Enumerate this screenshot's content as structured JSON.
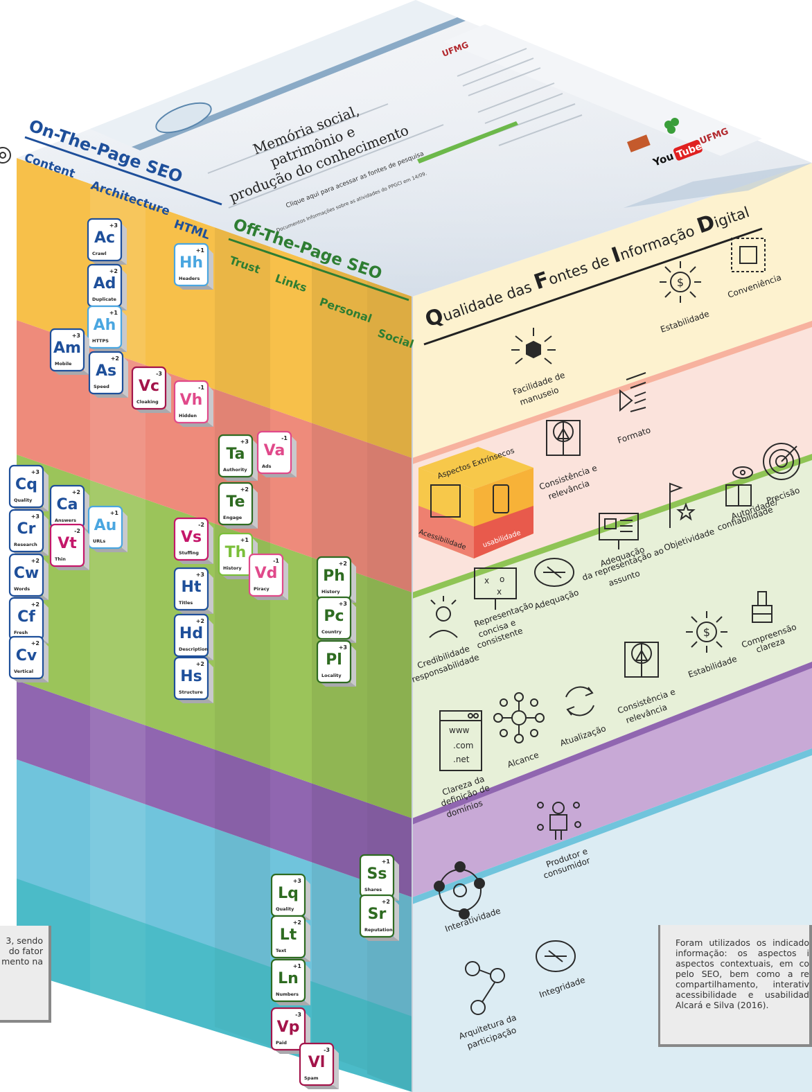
{
  "front_headers": {
    "on_page": "On-The-Page SEO",
    "content": "Content",
    "architecture": "Architecture",
    "html": "HTML",
    "off_page": "Off-The-Page SEO",
    "trust": "Trust",
    "links": "Links",
    "personal": "Personal",
    "social": "Social"
  },
  "right_title": {
    "q": "Q",
    "ualidade": "ualidade das ",
    "f": "F",
    "ontes": "ontes de ",
    "i": "I",
    "nformacao": "nformação ",
    "d": "D",
    "igital": "igital"
  },
  "website": {
    "heading_line1": "Memória social,",
    "heading_line2": "patrimônio e",
    "heading_line3": "produção do conhecimento",
    "link": "Clique aqui para acessar as fontes de pesquisa",
    "footer": "Documentos Informações sobre as atividades do PPGCI em 14/09.",
    "logo_ufmg": "UFMG",
    "youtube_you": "You",
    "youtube_tube": "Tube"
  },
  "cube_labels": {
    "aspectos": "Aspectos Extrínsecos",
    "acessibilidade": "Acessibilidade",
    "usabilidade": "usabilidade"
  },
  "tiles": [
    {
      "sym": "Ac",
      "word": "Crawl",
      "w": "+3",
      "color": "#1e4f9a",
      "light": false
    },
    {
      "sym": "Ad",
      "word": "Duplicate",
      "w": "+2",
      "color": "#1e4f9a",
      "light": false
    },
    {
      "sym": "Ah",
      "word": "HTTPS",
      "w": "+1",
      "color": "#4aa6e0",
      "light": true
    },
    {
      "sym": "Am",
      "word": "Mobile",
      "w": "+3",
      "color": "#1e4f9a",
      "light": false
    },
    {
      "sym": "As",
      "word": "Speed",
      "w": "+2",
      "color": "#1e4f9a",
      "light": false
    },
    {
      "sym": "Hh",
      "word": "Headers",
      "w": "+1",
      "color": "#4aa6e0",
      "light": true
    },
    {
      "sym": "Vc",
      "word": "Cloaking",
      "w": "-3",
      "color": "#a3144a",
      "light": false
    },
    {
      "sym": "Vh",
      "word": "Hidden",
      "w": "-1",
      "color": "#e0498a",
      "light": true
    },
    {
      "sym": "Ta",
      "word": "Authority",
      "w": "+3",
      "color": "#2e6b21",
      "light": false
    },
    {
      "sym": "Va",
      "word": "Ads",
      "w": "-1",
      "color": "#e0498a",
      "light": true
    },
    {
      "sym": "Te",
      "word": "Engage",
      "w": "+2",
      "color": "#2e6b21",
      "light": false
    },
    {
      "sym": "Th",
      "word": "History",
      "w": "+1",
      "color": "#7bbf3a",
      "light": true
    },
    {
      "sym": "Vd",
      "word": "Piracy",
      "w": "-1",
      "color": "#e0498a",
      "light": true
    },
    {
      "sym": "Cq",
      "word": "Quality",
      "w": "+3",
      "color": "#1e4f9a",
      "light": false
    },
    {
      "sym": "Ca",
      "word": "Answers",
      "w": "+2",
      "color": "#1e4f9a",
      "light": false
    },
    {
      "sym": "Au",
      "word": "URLs",
      "w": "+1",
      "color": "#4aa6e0",
      "light": true
    },
    {
      "sym": "Cr",
      "word": "Research",
      "w": "+3",
      "color": "#1e4f9a",
      "light": false
    },
    {
      "sym": "Vt",
      "word": "Thin",
      "w": "-2",
      "color": "#c4176a",
      "light": false
    },
    {
      "sym": "Cw",
      "word": "Words",
      "w": "+2",
      "color": "#1e4f9a",
      "light": false
    },
    {
      "sym": "Cf",
      "word": "Fresh",
      "w": "+2",
      "color": "#1e4f9a",
      "light": false
    },
    {
      "sym": "Cv",
      "word": "Vertical",
      "w": "+2",
      "color": "#1e4f9a",
      "light": false
    },
    {
      "sym": "Vs",
      "word": "Stuffing",
      "w": "-2",
      "color": "#c4176a",
      "light": false
    },
    {
      "sym": "Ht",
      "word": "Titles",
      "w": "+3",
      "color": "#1e4f9a",
      "light": false
    },
    {
      "sym": "Hd",
      "word": "Description",
      "w": "+2",
      "color": "#1e4f9a",
      "light": false
    },
    {
      "sym": "Hs",
      "word": "Structure",
      "w": "+2",
      "color": "#1e4f9a",
      "light": false
    },
    {
      "sym": "Ph",
      "word": "History",
      "w": "+2",
      "color": "#2e6b21",
      "light": false
    },
    {
      "sym": "Pc",
      "word": "Country",
      "w": "+3",
      "color": "#2e6b21",
      "light": false
    },
    {
      "sym": "Pl",
      "word": "Locality",
      "w": "+3",
      "color": "#2e6b21",
      "light": false
    },
    {
      "sym": "Ss",
      "word": "Shares",
      "w": "+1",
      "color": "#2e6b21",
      "light": false
    },
    {
      "sym": "Sr",
      "word": "Reputation",
      "w": "+2",
      "color": "#2e6b21",
      "light": false
    },
    {
      "sym": "Lq",
      "word": "Quality",
      "w": "+3",
      "color": "#2e6b21",
      "light": false
    },
    {
      "sym": "Lt",
      "word": "Text",
      "w": "+2",
      "color": "#2e6b21",
      "light": false
    },
    {
      "sym": "Ln",
      "word": "Numbers",
      "w": "+1",
      "color": "#2e6b21",
      "light": false
    },
    {
      "sym": "Vp",
      "word": "Paid",
      "w": "-3",
      "color": "#a3144a",
      "light": false
    },
    {
      "sym": "Vl",
      "word": "Spam",
      "w": "-3",
      "color": "#a3144a",
      "light": false
    }
  ],
  "right_labels": {
    "estabilidade_top": "Estabilidade",
    "conveniencia": "Conveniência",
    "facilidade_1": "Facilidade de",
    "facilidade_2": "manuseio",
    "formato": "Formato",
    "consistencia_1": "Consistência e",
    "consistencia_2": "relevância",
    "precisao": "Precisão",
    "autoridade_1": "Autoridade/",
    "autoridade_2": "confiabilidade",
    "objetividade": "Objetividade",
    "adequacao_rep_1": "Adequação",
    "adequacao_rep_2": "da representação ao",
    "adequacao_rep_3": "assunto",
    "adequacao": "Adequação",
    "representacao_1": "Representação",
    "representacao_2": "concisa e",
    "representacao_3": "consistente",
    "credibilidade_1": "Credibilidade",
    "credibilidade_2": "responsabilidade",
    "estabilidade_low": "Estabilidade",
    "compreensao_1": "Compreensão",
    "compreensao_2": "clareza",
    "consistencia_low_1": "Consistência e",
    "consistencia_low_2": "relevância",
    "atualizacao": "Atualização",
    "alcance": "Alcance",
    "clareza_1": "Clareza da",
    "clareza_2": "definição de",
    "clareza_3": "domínios",
    "www": "www",
    "com": ".com",
    "net": ".net",
    "produtor_1": "Produtor e",
    "produtor_2": "consumidor",
    "interatividade": "Interatividade",
    "integridade": "Integridade",
    "arquitetura_1": "Arquitetura da",
    "arquitetura_2": "participação"
  },
  "notes": {
    "left": "3, sendo do fator mento na",
    "right": "Foram utilizados os indicado informação: os aspectos i aspectos contextuais, em co pelo SEO, bem como a re compartilhamento, interativ acessibilidade e usabilidad Alcará e Silva (2016)."
  }
}
